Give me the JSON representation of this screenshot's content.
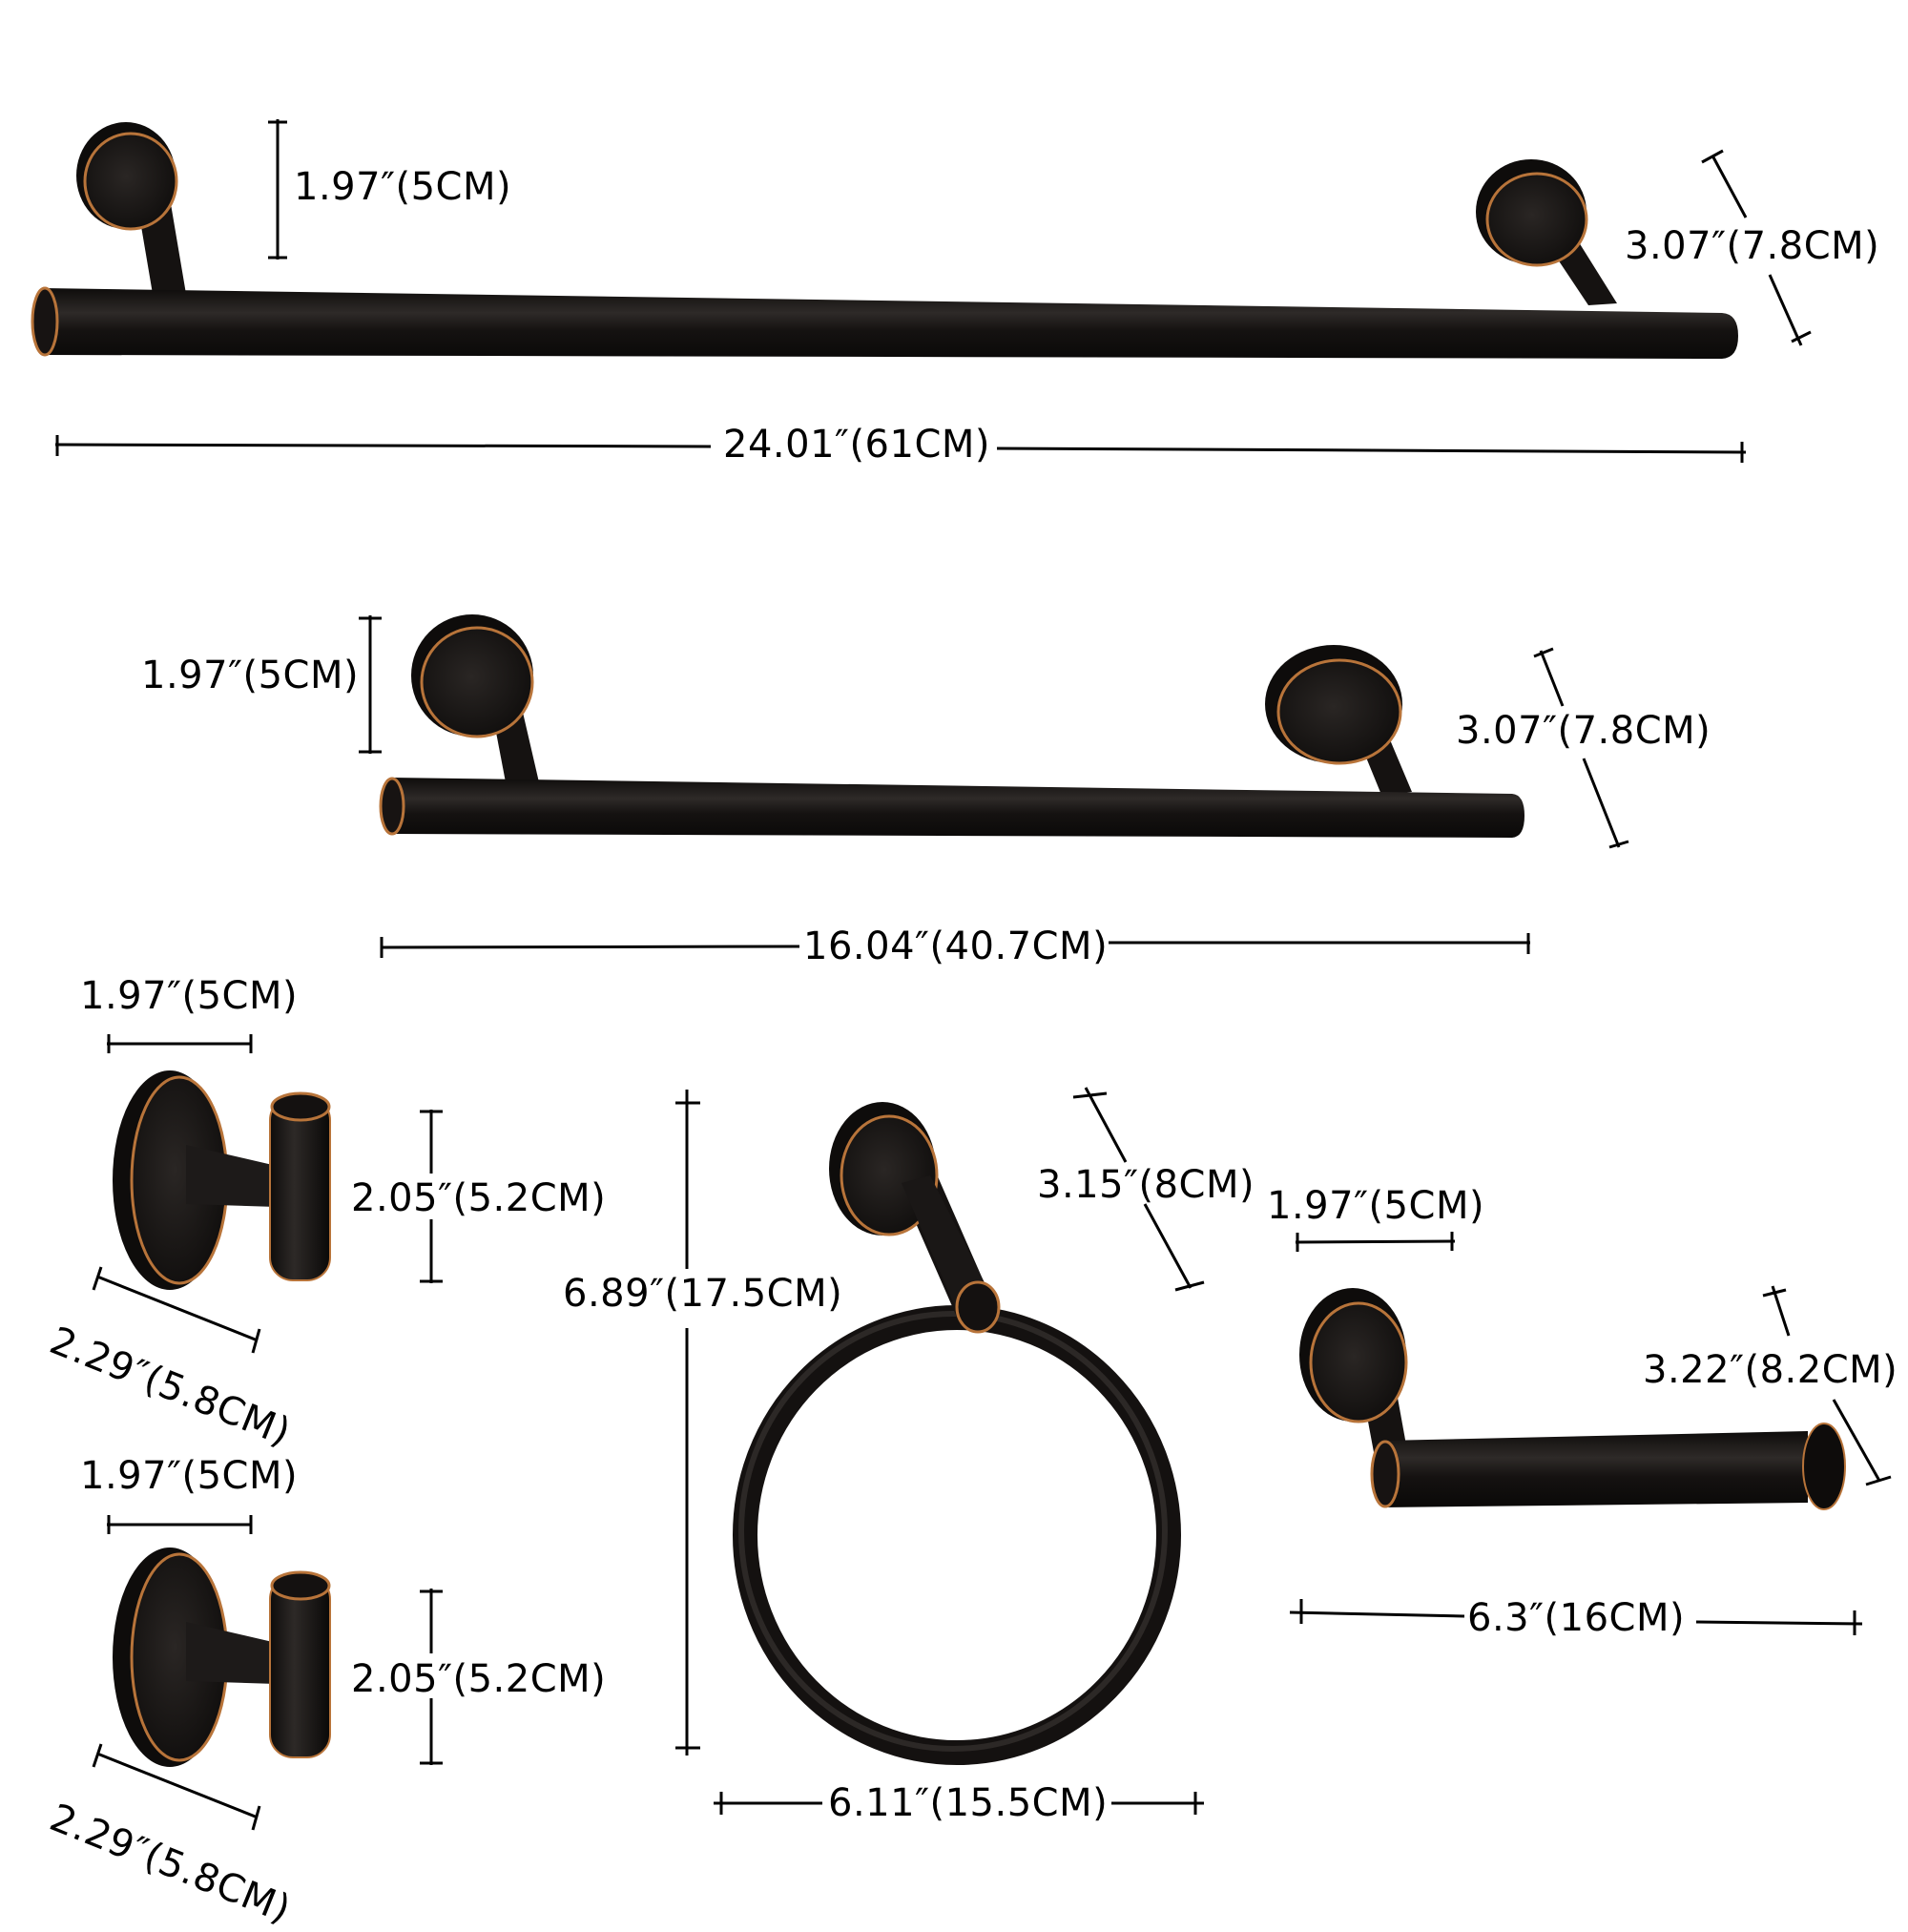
{
  "colors": {
    "background": "#ffffff",
    "finish": "#141110",
    "finish_highlight": "#3a3533",
    "trim": "#b8743a",
    "dimension_line": "#000000"
  },
  "products": [
    {
      "id": "towel-bar-24",
      "name": "24 inch towel bar",
      "dimensions": {
        "length": "24.01″(61CM)",
        "flange_diameter": "1.97″(5CM)",
        "projection": "3.07″(7.8CM)"
      }
    },
    {
      "id": "towel-bar-16",
      "name": "16 inch towel bar",
      "dimensions": {
        "length": "16.04″(40.7CM)",
        "flange_diameter": "1.97″(5CM)",
        "projection": "3.07″(7.8CM)"
      }
    },
    {
      "id": "robe-hook-1",
      "name": "robe hook",
      "dimensions": {
        "flange_diameter": "1.97″(5CM)",
        "height": "2.05″(5.2CM)",
        "projection": "2.29″(5.8CM)"
      }
    },
    {
      "id": "robe-hook-2",
      "name": "robe hook",
      "dimensions": {
        "flange_diameter": "1.97″(5CM)",
        "height": "2.05″(5.2CM)",
        "projection": "2.29″(5.8CM)"
      }
    },
    {
      "id": "towel-ring",
      "name": "towel ring",
      "dimensions": {
        "height": "6.89″(17.5CM)",
        "width": "6.11″(15.5CM)",
        "projection": "3.15″(8CM)"
      }
    },
    {
      "id": "toilet-paper-holder",
      "name": "toilet paper holder",
      "dimensions": {
        "flange_diameter": "1.97″(5CM)",
        "length": "6.3″(16CM)",
        "projection": "3.22″(8.2CM)"
      }
    }
  ]
}
